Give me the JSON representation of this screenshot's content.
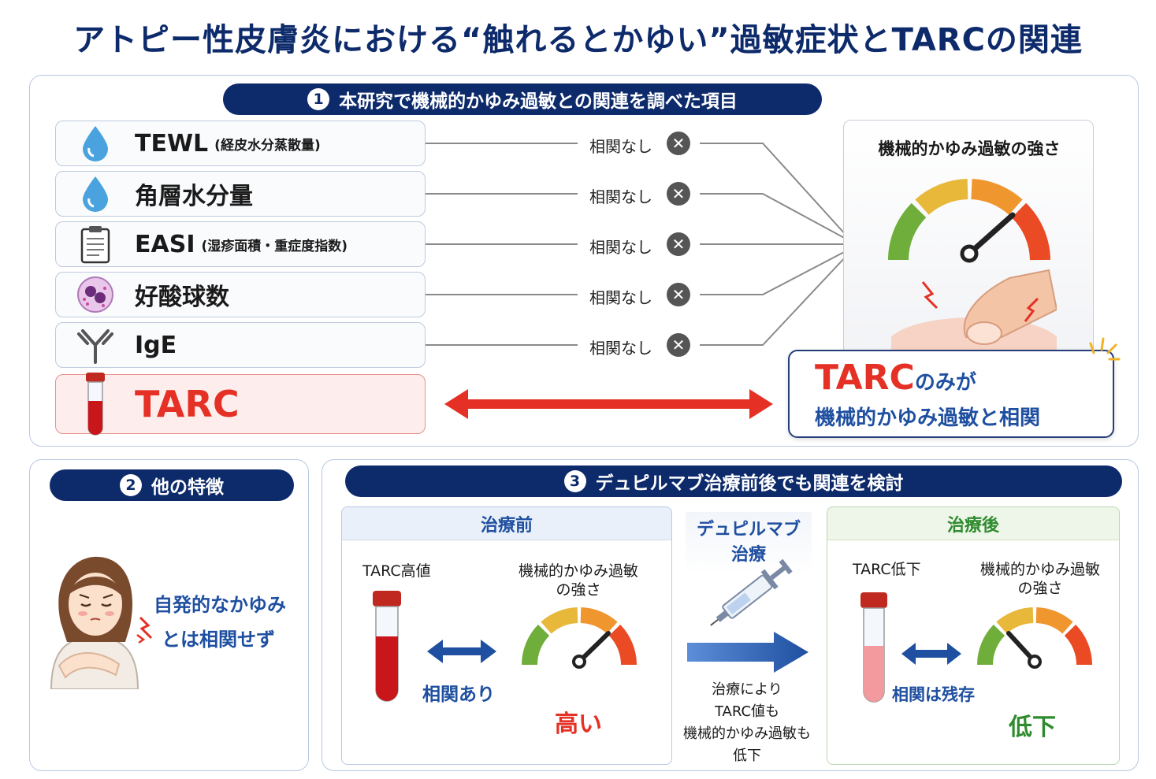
{
  "title": "アトピー性皮膚炎における“触れるとかゆい”過敏症状とTARCの関連",
  "section1": {
    "num": "1",
    "heading": "本研究で機械的かゆみ過敏との関連を調べた項目",
    "items": [
      {
        "name": "TEWL",
        "sub": "(経皮水分蒸散量)",
        "icon": "water-drop-icon",
        "result": "相関なし"
      },
      {
        "name": "角層水分量",
        "sub": "",
        "icon": "water-drop-icon",
        "result": "相関なし"
      },
      {
        "name": "EASI",
        "sub": "(湿疹面積・重症度指数)",
        "icon": "clipboard-icon",
        "result": "相関なし"
      },
      {
        "name": "好酸球数",
        "sub": "",
        "icon": "eosinophil-icon",
        "result": "相関なし"
      },
      {
        "name": "IgE",
        "sub": "",
        "icon": "antibody-icon",
        "result": "相関なし"
      },
      {
        "name": "TARC",
        "sub": "",
        "icon": "blood-tube-icon",
        "result": ""
      }
    ],
    "gauge_title": "機械的かゆみ過敏の強さ",
    "result_line1_strong": "TARC",
    "result_line1_rest": "のみが",
    "result_line2": "機械的かゆみ過敏と相関"
  },
  "section2": {
    "num": "2",
    "heading": "他の特徴",
    "line1": "自発的なかゆみ",
    "line2": "とは相関せず"
  },
  "section3": {
    "num": "3",
    "heading": "デュピルマブ治療前後でも関連を検討",
    "before": {
      "header": "治療前",
      "tarc_label": "TARC高値",
      "gauge_label1": "機械的かゆみ過敏",
      "gauge_label2": "の強さ",
      "arrow_label": "相関あり",
      "level": "高い"
    },
    "middle": {
      "title1": "デュピルマブ",
      "title2": "治療",
      "note": [
        "治療により",
        "TARC値も",
        "機械的かゆみ過敏も",
        "低下"
      ]
    },
    "after": {
      "header": "治療後",
      "tarc_label": "TARC低下",
      "gauge_label1": "機械的かゆみ過敏",
      "gauge_label2": "の強さ",
      "arrow_label": "相関は残存",
      "level": "低下"
    }
  },
  "colors": {
    "navy": "#0d2a6b",
    "red": "#e53125",
    "blue": "#1f4fa0",
    "green": "#2e8b2e"
  }
}
